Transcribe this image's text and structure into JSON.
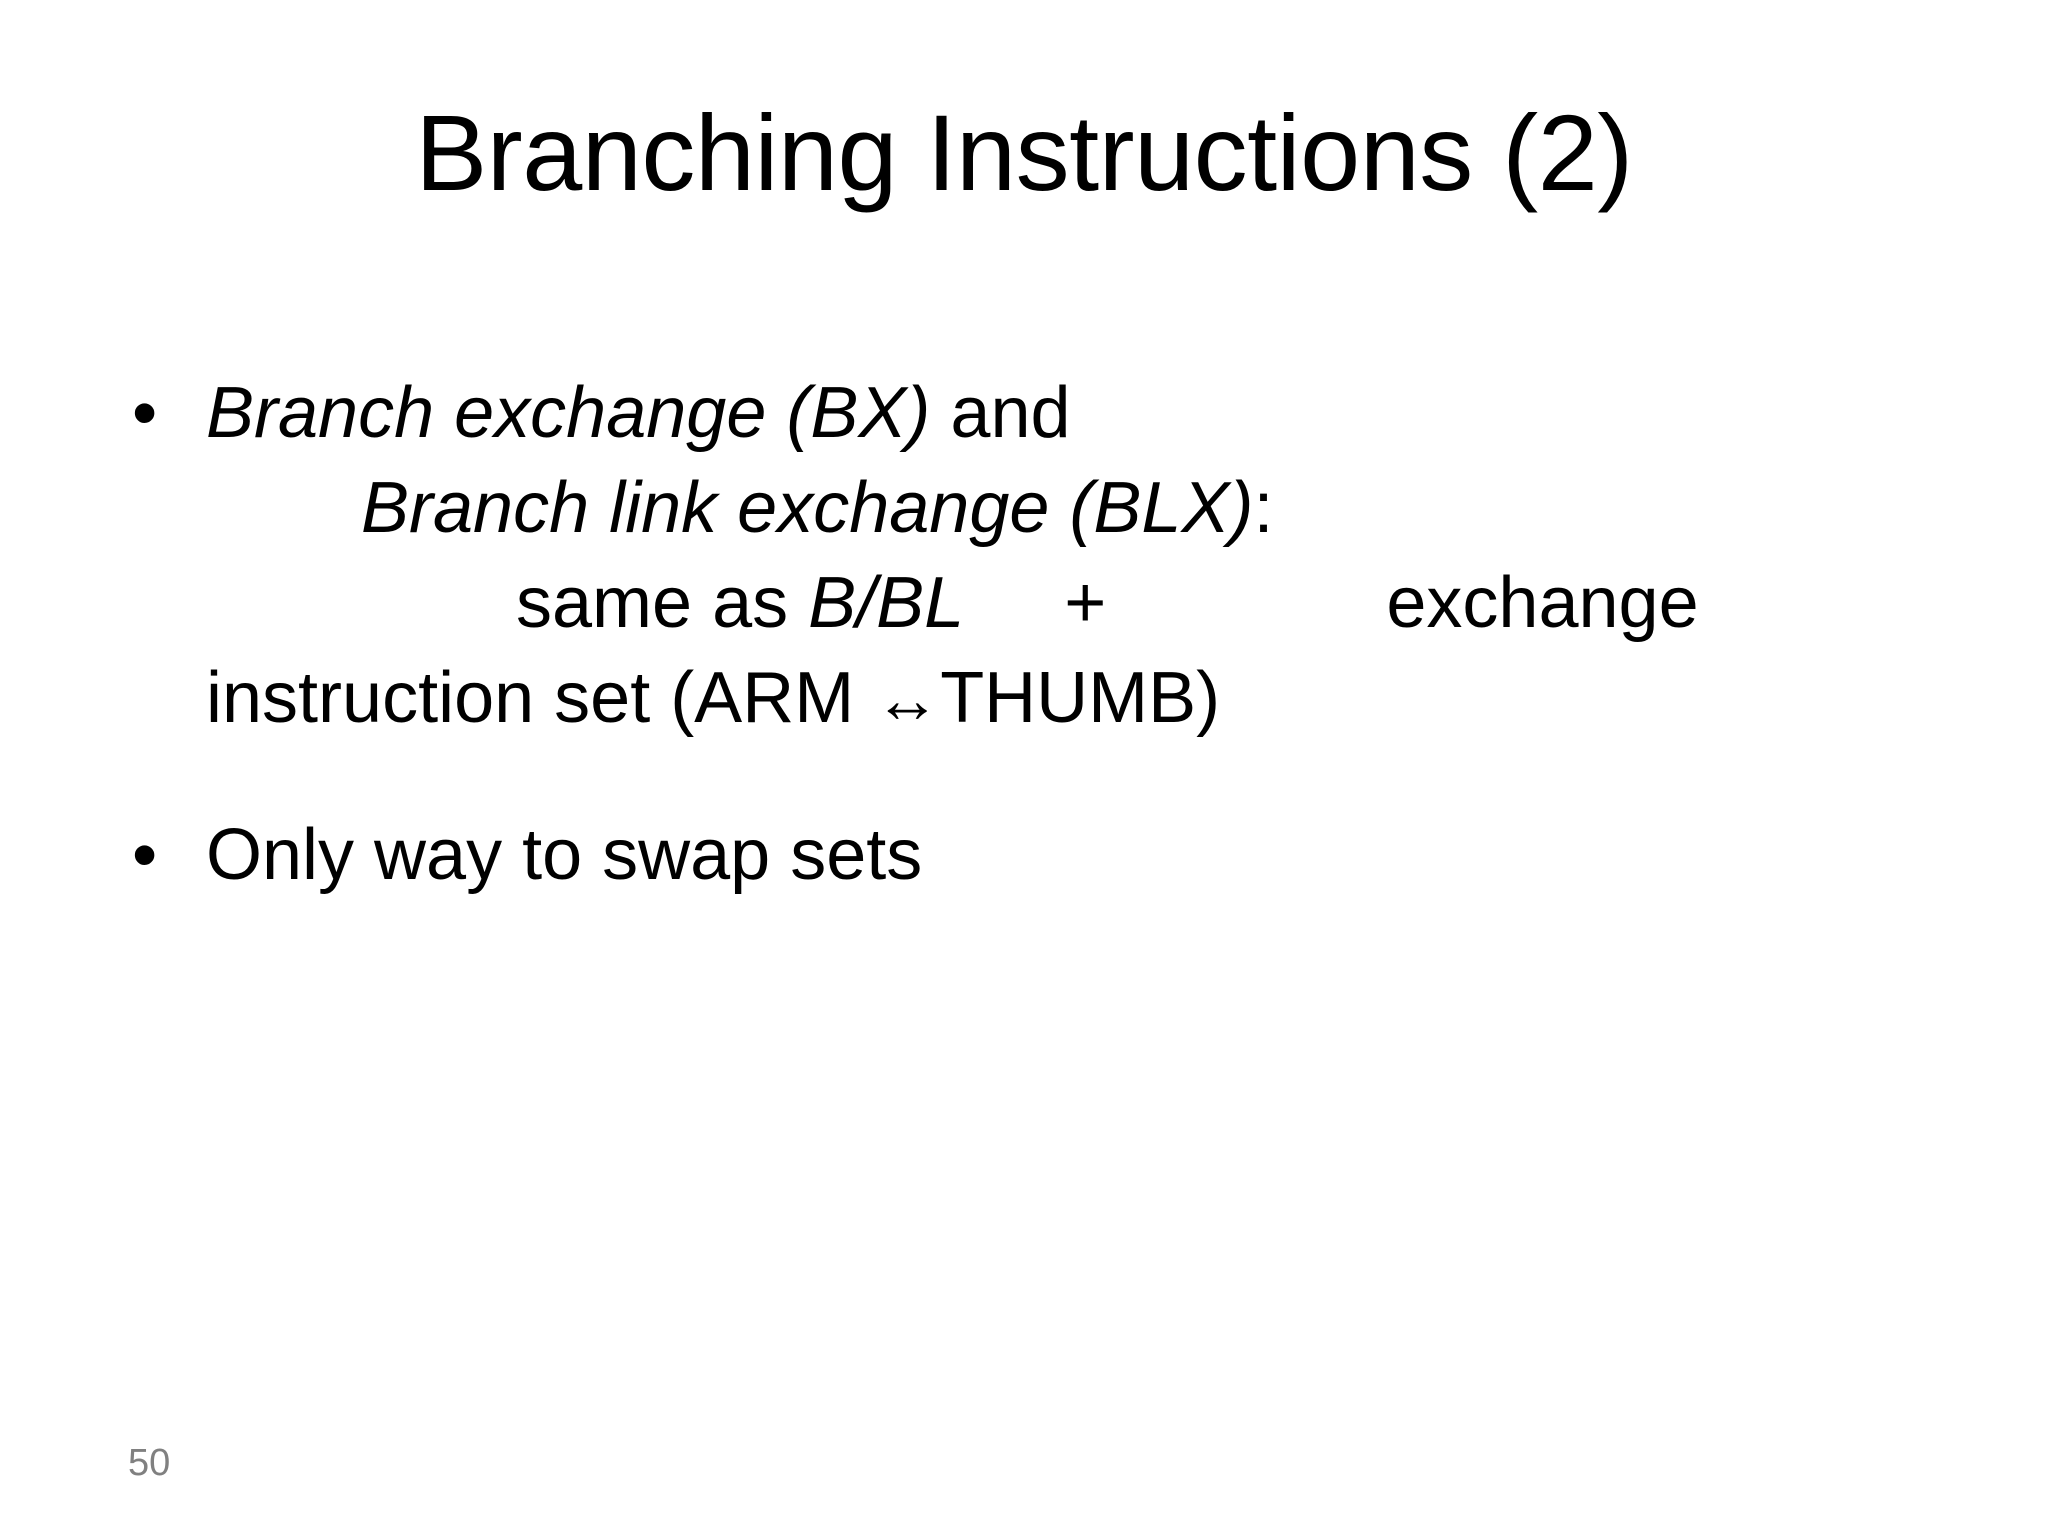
{
  "slide": {
    "title": "Branching Instructions (2)",
    "background_color": "#ffffff",
    "text_color": "#000000",
    "number": "50",
    "number_color": "#808080",
    "bullet_glyph": "•",
    "arrow_glyph": "↔"
  },
  "bullets": [
    {
      "marker": "•",
      "lines": [
        {
          "segments": [
            {
              "text": "Branch exchange (BX)",
              "style": "italic"
            },
            {
              "text": " and",
              "style": "normal"
            }
          ],
          "indent": 0,
          "plain": "Branch exchange (BX) and"
        },
        {
          "segments": [
            {
              "text": "Branch link exchange (BLX)",
              "style": "italic"
            },
            {
              "text": ":",
              "style": "normal"
            }
          ],
          "indent": 1,
          "plain": "Branch link exchange (BLX):"
        },
        {
          "segments": [
            {
              "text": "same as ",
              "style": "normal"
            },
            {
              "text": "B/BL",
              "style": "italic"
            },
            {
              "text": "      +                   exchange",
              "style": "normal"
            }
          ],
          "indent": 2,
          "plain": "same as B/BL      +                   exchange"
        },
        {
          "segments": [
            {
              "text": "instruction set (ARM ",
              "style": "normal"
            },
            {
              "text": "↔",
              "style": "arrow"
            },
            {
              "text": "THUMB)",
              "style": "normal"
            }
          ],
          "indent": 0,
          "plain": "instruction set (ARM ↔THUMB)"
        }
      ]
    },
    {
      "marker": "•",
      "lines": [
        {
          "segments": [
            {
              "text": "Only way to swap sets",
              "style": "normal"
            }
          ],
          "indent": 0,
          "plain": "Only way to swap sets"
        }
      ]
    }
  ],
  "text_fragments": {
    "b1_l1_italic": "Branch exchange (BX)",
    "b1_l1_rest": " and",
    "b1_l2_italic": "Branch link exchange (BLX)",
    "b1_l2_rest": ":",
    "b1_l3_pre": "same as ",
    "b1_l3_italic": "B/BL",
    "b1_l3_plus": "+",
    "b1_l3_post": "exchange",
    "b1_l4_pre": "instruction set (ARM ",
    "b1_l4_arrow": "↔",
    "b1_l4_post": "THUMB)",
    "b2_l1": "Only way to swap sets"
  }
}
